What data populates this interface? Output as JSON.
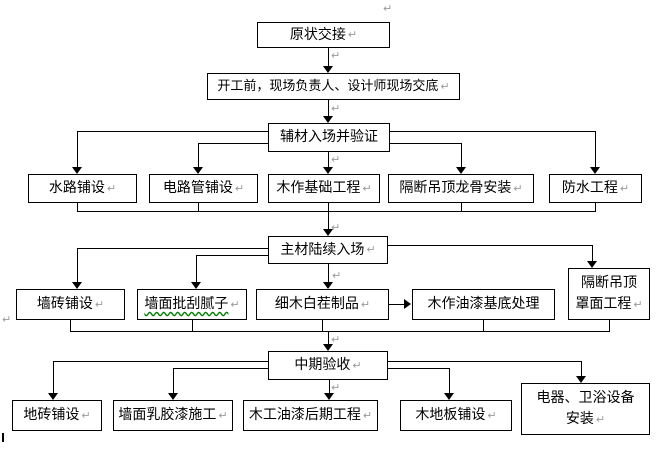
{
  "marks": {
    "pilcrow": "↵"
  },
  "colors": {
    "line": "#000000",
    "box_border": "#000000",
    "text": "#000000",
    "spellcheck_underline": "#008000",
    "paragraph_mark": "#9a9a9a",
    "background": "#ffffff"
  },
  "nodes": {
    "start": {
      "label": "原状交接"
    },
    "briefing": {
      "label": "开工前，现场负责人、设计师现场交底"
    },
    "aux_materials": {
      "label": "辅材入场并验证"
    },
    "water": {
      "label": "水路铺设"
    },
    "electric": {
      "label": "电路管铺设"
    },
    "wood_base": {
      "label": "木作基础工程"
    },
    "partition_keel": {
      "label": "隔断吊顶龙骨安装"
    },
    "waterproof": {
      "label": "防水工程"
    },
    "main_materials": {
      "label": "主材陆续入场"
    },
    "wall_tile": {
      "label": "墙砖铺设"
    },
    "putty": {
      "label": "墙面批刮腻子",
      "spellcheck": true
    },
    "fine_wood": {
      "label": "细木白茬制品"
    },
    "wood_paint_base": {
      "label": "木作油漆基底处理"
    },
    "partition_cover": {
      "line1": "隔断吊顶",
      "line2": "罩面工程"
    },
    "mid_acceptance": {
      "label": "中期验收"
    },
    "floor_tile": {
      "label": "地砖铺设"
    },
    "latex_paint": {
      "label": "墙面乳胶漆施工"
    },
    "wood_paint_late": {
      "label": "木工油漆后期工程"
    },
    "wood_floor": {
      "label": "木地板铺设"
    },
    "appliances": {
      "line1": "电器、卫浴设备",
      "line2": "安装"
    }
  },
  "edges": [
    {
      "from": "start",
      "to": [
        "briefing"
      ]
    },
    {
      "from": "briefing",
      "to": [
        "aux_materials"
      ]
    },
    {
      "from": "aux_materials",
      "to": [
        "water",
        "electric",
        "wood_base",
        "partition_keel",
        "waterproof"
      ]
    },
    {
      "from": "water",
      "to": [
        "main_materials"
      ]
    },
    {
      "from": "electric",
      "to": [
        "main_materials"
      ]
    },
    {
      "from": "wood_base",
      "to": [
        "main_materials"
      ]
    },
    {
      "from": "partition_keel",
      "to": [
        "main_materials"
      ]
    },
    {
      "from": "waterproof",
      "to": [
        "main_materials"
      ]
    },
    {
      "from": "main_materials",
      "to": [
        "wall_tile",
        "putty",
        "fine_wood",
        "partition_cover"
      ]
    },
    {
      "from": "fine_wood",
      "to": [
        "wood_paint_base"
      ]
    },
    {
      "from": "wall_tile",
      "to": [
        "mid_acceptance"
      ]
    },
    {
      "from": "putty",
      "to": [
        "mid_acceptance"
      ]
    },
    {
      "from": "fine_wood",
      "to": [
        "mid_acceptance"
      ]
    },
    {
      "from": "wood_paint_base",
      "to": [
        "mid_acceptance"
      ]
    },
    {
      "from": "partition_cover",
      "to": [
        "mid_acceptance"
      ]
    },
    {
      "from": "mid_acceptance",
      "to": [
        "floor_tile",
        "latex_paint",
        "wood_paint_late",
        "wood_floor",
        "appliances"
      ]
    }
  ]
}
